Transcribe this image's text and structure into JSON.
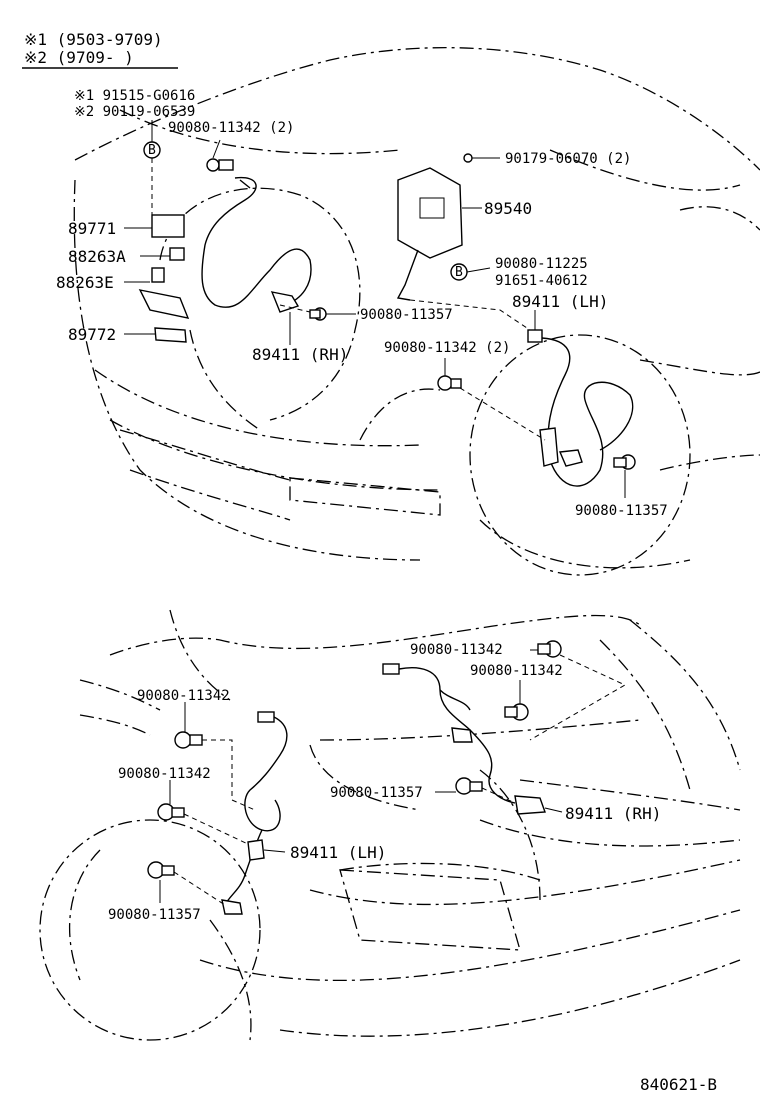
{
  "legend": {
    "note1": "※1 (9503-9709)",
    "note2": "※2 (9709-      )"
  },
  "callouts": {
    "note_part1": "※1 91515-G0616",
    "note_part2": "※2 90119-06539",
    "b_marker": "B"
  },
  "top_view": {
    "bolt_front_2": "90080-11342 (2)",
    "nut_2": "90179-06070 (2)",
    "relay": "89771",
    "ecu": "89540",
    "clip_a": "88263A",
    "clip_e": "88263E",
    "bracket_bolt_1": "90080-11225",
    "bracket_bolt_2": "91651-40612",
    "sensor_lh": "89411 (LH)",
    "sensor_bolt_rh": "90080-11357",
    "clamp": "89772",
    "sensor_rh": "89411 (RH)",
    "bolt_lh_2": "90080-11342 (2)",
    "sensor_bolt_lh": "90080-11357"
  },
  "bottom_view": {
    "bolt_top_right": "90080-11342",
    "bolt_right_2": "90080-11342",
    "bolt_left_1": "90080-11342",
    "bolt_left_2": "90080-11342",
    "sensor_bolt_right": "90080-11357",
    "sensor_rh": "89411 (RH)",
    "sensor_lh": "89411 (LH)",
    "sensor_bolt_left": "90080-11357"
  },
  "diagram_code": "840621-B"
}
